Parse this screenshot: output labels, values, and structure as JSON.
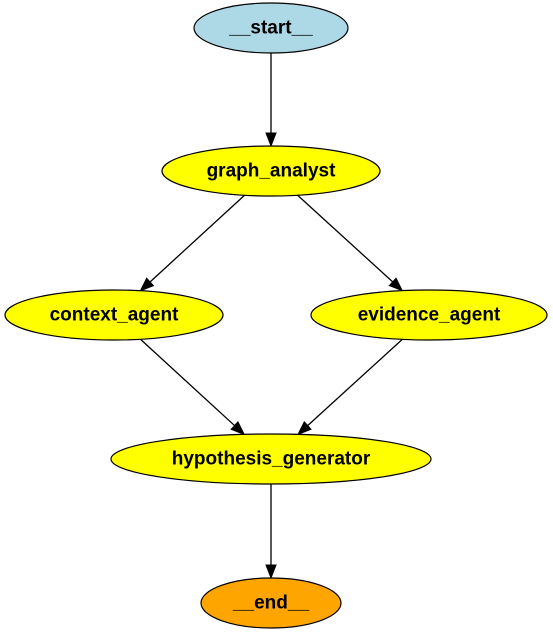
{
  "graph": {
    "nodes": [
      {
        "id": "start",
        "label": "__start__",
        "color": "#add8e6"
      },
      {
        "id": "graph_analyst",
        "label": "graph_analyst",
        "color": "#ffff00"
      },
      {
        "id": "context_agent",
        "label": "context_agent",
        "color": "#ffff00"
      },
      {
        "id": "evidence_agent",
        "label": "evidence_agent",
        "color": "#ffff00"
      },
      {
        "id": "hypothesis_generator",
        "label": "hypothesis_generator",
        "color": "#ffff00"
      },
      {
        "id": "end",
        "label": "__end__",
        "color": "#ffa500"
      }
    ],
    "edges": [
      {
        "from": "start",
        "to": "graph_analyst"
      },
      {
        "from": "graph_analyst",
        "to": "context_agent"
      },
      {
        "from": "graph_analyst",
        "to": "evidence_agent"
      },
      {
        "from": "context_agent",
        "to": "hypothesis_generator"
      },
      {
        "from": "evidence_agent",
        "to": "hypothesis_generator"
      },
      {
        "from": "hypothesis_generator",
        "to": "end"
      }
    ]
  }
}
